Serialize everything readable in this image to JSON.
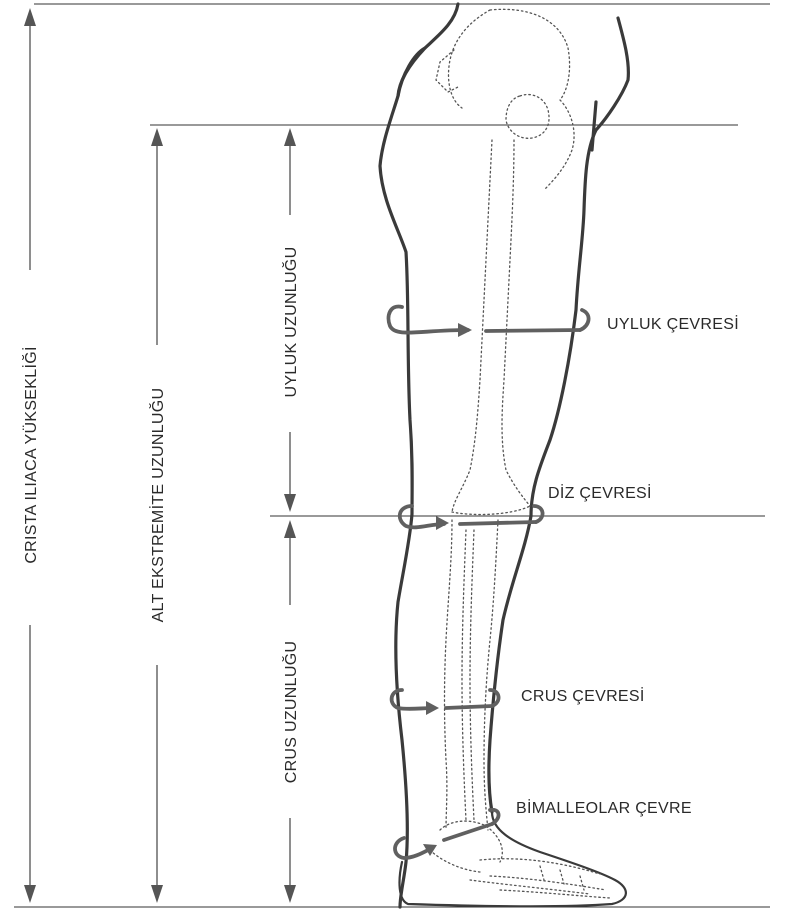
{
  "labels": {
    "crista_iliaca": "CRISTA ILIACA YÜKSEKLİĞİ",
    "alt_ekstremite": "ALT EKSTREMİTE UZUNLUĞU",
    "uyluk_uzunlugu": "UYLUK UZUNLUĞU",
    "crus_uzunlugu": "CRUS UZUNLUĞU",
    "uyluk_cevresi": "UYLUK ÇEVRESİ",
    "diz_cevresi": "DİZ ÇEVRESİ",
    "crus_cevresi": "CRUS ÇEVRESİ",
    "bimalleolar_cevre": "BİMALLEOLAR ÇEVRE"
  },
  "colors": {
    "outline": "#3a3a3a",
    "ring": "#606060",
    "text": "#2a2a2a"
  }
}
